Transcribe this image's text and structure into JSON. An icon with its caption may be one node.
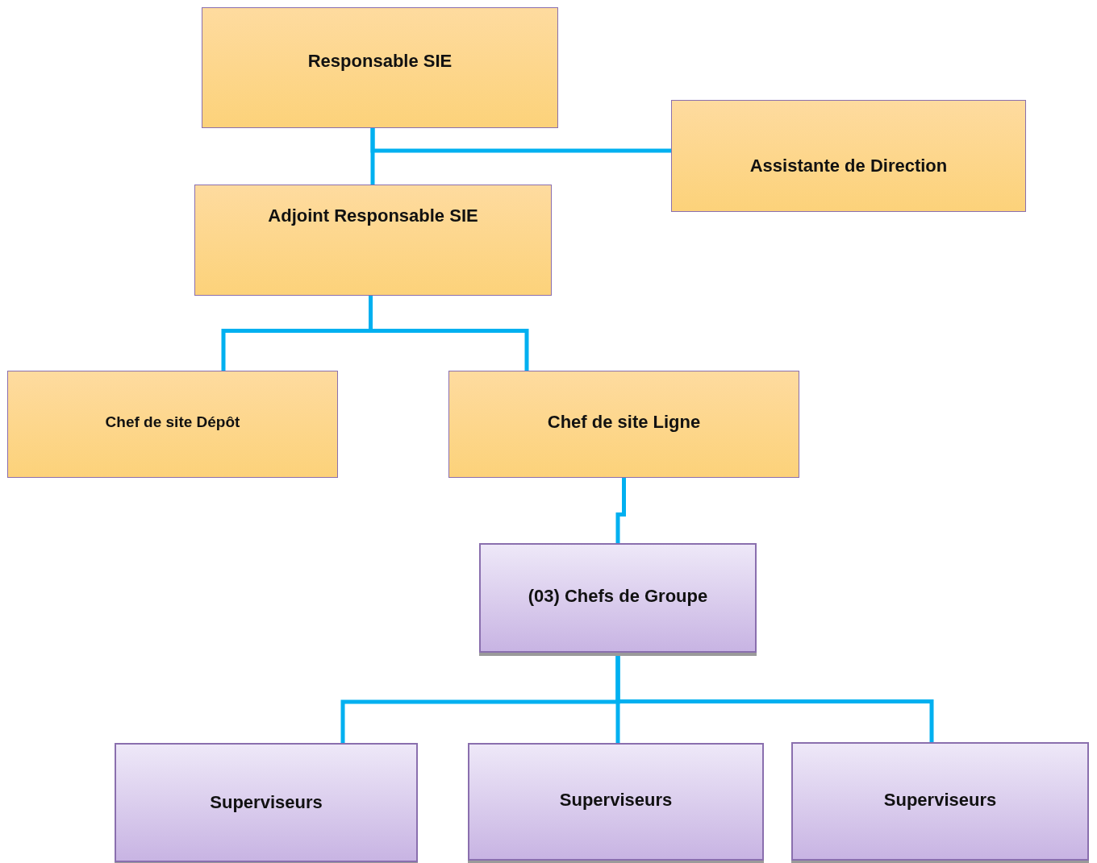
{
  "diagram": {
    "nodes": [
      {
        "text": [
          "Responsable SIE"
        ]
      },
      {
        "text": [
          "Assistante de Direction"
        ]
      },
      {
        "text": [
          "Adjoint Responsable SIE"
        ]
      },
      {
        "text": [
          "Chef de site Dépôt"
        ]
      },
      {
        "text": [
          "Chef de site Ligne"
        ]
      },
      {
        "text": [
          "(03) Chefs de Groupe"
        ]
      },
      {
        "text": [
          "Superviseurs"
        ]
      },
      {
        "text": [
          "Superviseurs"
        ]
      },
      {
        "text": [
          "Superviseurs"
        ]
      }
    ],
    "edges": [
      {
        "from": 0,
        "to": 2,
        "arrow": "none"
      },
      {
        "from": 0,
        "to": 1,
        "arrow": "none"
      },
      {
        "from": 2,
        "to": 3,
        "arrow": "none"
      },
      {
        "from": 2,
        "to": 4,
        "arrow": "none"
      },
      {
        "from": 4,
        "to": 5,
        "arrow": "none"
      },
      {
        "from": 5,
        "to": 6,
        "arrow": "none"
      },
      {
        "from": 5,
        "to": 7,
        "arrow": "none"
      },
      {
        "from": 5,
        "to": 8,
        "arrow": "none"
      }
    ]
  }
}
